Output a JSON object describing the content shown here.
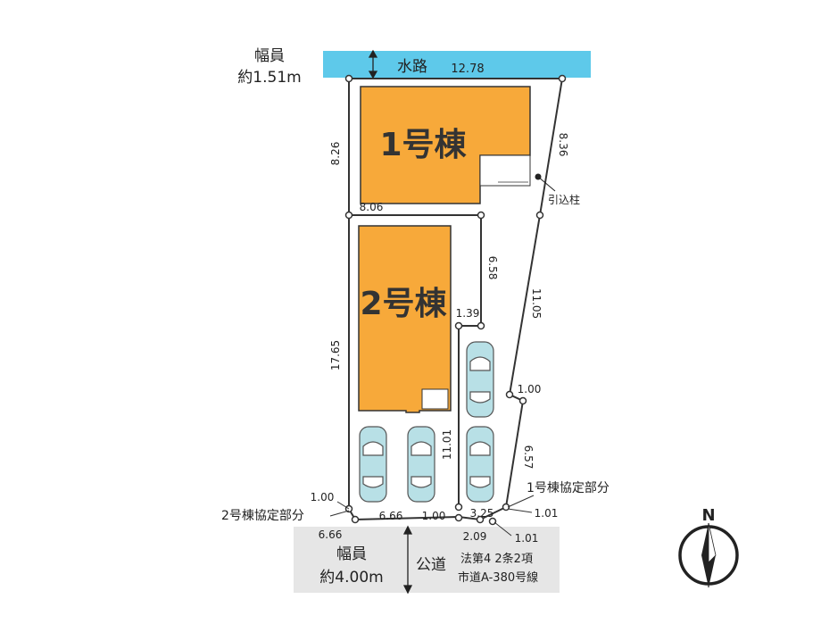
{
  "water": {
    "label": "水路",
    "length": "12.78"
  },
  "water_width": {
    "line1": "幅員",
    "line2": "約1.51m"
  },
  "road": {
    "label": "公道",
    "note_line1": "法第4 2条2項",
    "note_line2": "市道A-380号線"
  },
  "road_width": {
    "line1": "幅員",
    "line2": "約4.00m"
  },
  "buildings": [
    {
      "label": "1号棟",
      "color": "#f7a93a"
    },
    {
      "label": "2号棟",
      "color": "#f7a93a"
    }
  ],
  "colors": {
    "water": "#5ec9ea",
    "road": "#e6e6e6",
    "car": "#b8e0e6"
  },
  "dimensions": {
    "left_upper": "8.26",
    "mid_top": "8.06",
    "right_upper": "8.36",
    "inner_vertical": "6.58",
    "inner_step": "1.39",
    "left_lower": "17.65",
    "right_middle": "11.05",
    "right_step": "1.00",
    "right_lower": "6.57",
    "drive_vertical": "11.01",
    "corner_left": "1.00",
    "bottom_left": "6.66",
    "bottom_mid": "1.00",
    "bottom_right": "3.25",
    "bottom_corner_right": "1.01",
    "road_left": "6.66",
    "road_mid": "2.09",
    "road_right": "1.01"
  },
  "annotations": {
    "hikikomi": "引込柱",
    "kyotei1": "1号棟協定部分",
    "kyotei2": "2号棟協定部分",
    "north": "N"
  }
}
